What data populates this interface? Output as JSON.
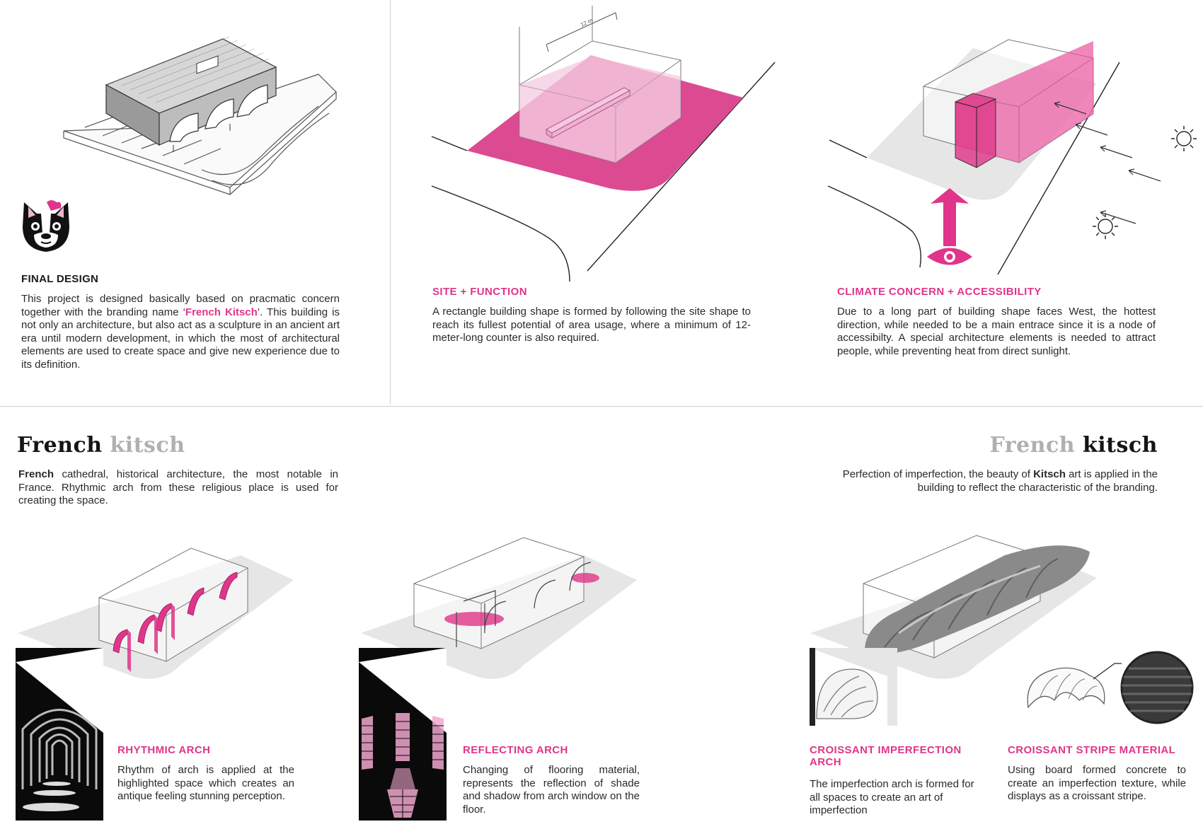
{
  "colors": {
    "accent": "#e0358a",
    "accent_light": "#f1a7cf",
    "ground": "#e9e9e9",
    "ink": "#222222"
  },
  "final_design": {
    "title": "FINAL DESIGN",
    "text_before": "This project is designed basically based on pracmatic concern together with  the branding name ‘",
    "brand_name": "French Kitsch",
    "text_after": "’. This building is not only an architecture, but also act as a sculpture in an ancient art era until modern development, in which the most of architectural elements are used to create space and give new experience due to its definition."
  },
  "site_function": {
    "title": "SITE + FUNCTION",
    "text": "A rectangle building shape is formed by following the site shape to reach its fullest potential of area usage, where a minimum of 12-meter-long counter is also required.",
    "dimension_label": "12 m"
  },
  "climate": {
    "title": "CLIMATE CONCERN + ACCESSIBILITY",
    "text": "Due to a long part of building shape faces West, the hottest direction, while needed to be a main entrace since it is a node of accessibilty. A special architecture elements is needed to attract people, while preventing heat from direct sunlight."
  },
  "french_left": {
    "word1": "French",
    "word2": "kitsch",
    "lead": "French",
    "text": " cathedral, historical architecture, the most notable in France. Rhythmic arch from these religious place is used for creating the space."
  },
  "french_right": {
    "word1": "French",
    "word2": "kitsch",
    "text_before": "Perfection of imperfection, the beauty of ",
    "lead": "Kitsch",
    "text_after": " art is applied in the building to reflect the characteristic of the branding."
  },
  "rhythmic": {
    "title": "RHYTHMIC ARCH",
    "text": "Rhythm of arch is applied at the highlighted space which creates an antique feeling stunning perception."
  },
  "reflecting": {
    "title": "REFLECTING ARCH",
    "text": "Changing of flooring material, represents the reflection of shade and shadow from arch window on the floor."
  },
  "croissant_arch": {
    "title_line1": "CROISSANT IMPERFECTION",
    "title_line2": "ARCH",
    "text": "The imperfection arch is formed for all spaces to create an art of imperfection"
  },
  "croissant_stripe": {
    "title": "CROISSANT STRIPE MATERIAL",
    "text": "Using board formed concrete  to create  an imperfection texture, while displays as a croissant stripe."
  }
}
